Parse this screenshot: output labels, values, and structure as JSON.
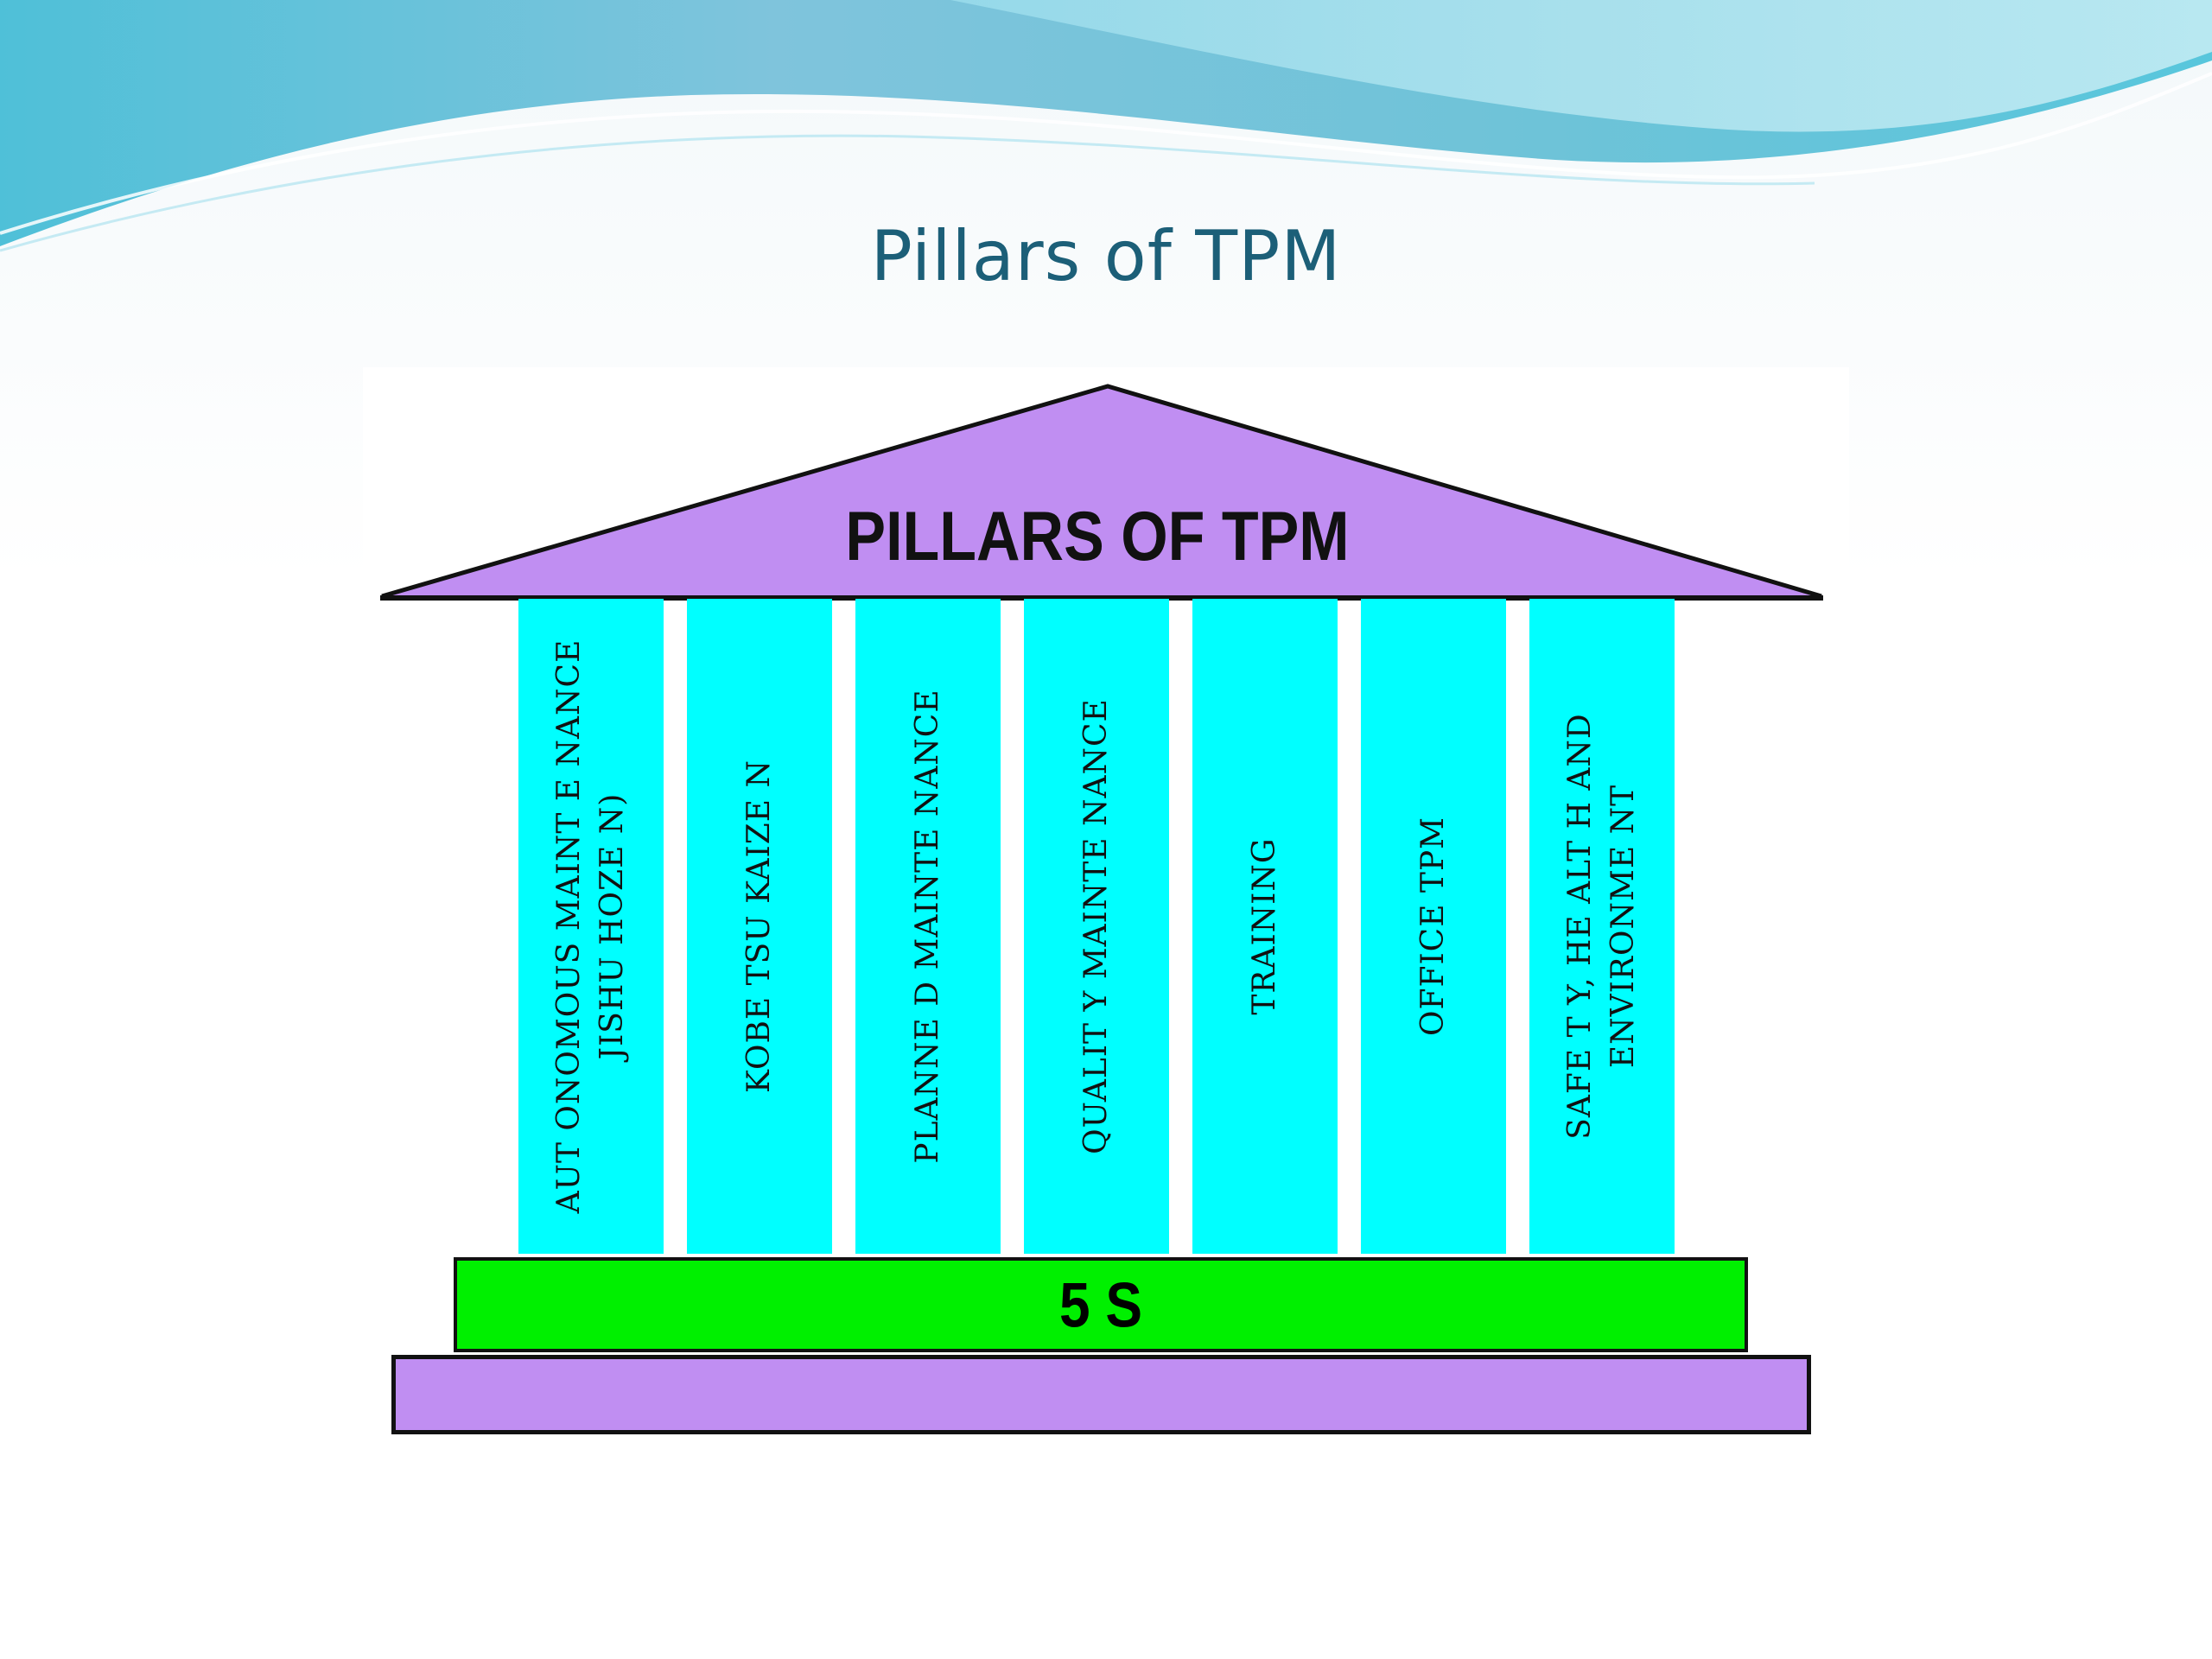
{
  "slide": {
    "title": "Pillars of TPM"
  },
  "diagram": {
    "roof_label": "PILLARS OF TPM",
    "pillars": [
      {
        "label": "AUT ONOMOUS MAINT E NANCE\nJISHU HOZE N)"
      },
      {
        "label": "KOBE TSU KAIZE N"
      },
      {
        "label": "PLANNE D MAINTE NANCE"
      },
      {
        "label": "QUALIT Y MAINTE NANCE"
      },
      {
        "label": "TRAINING"
      },
      {
        "label": "OFFICE TPM"
      },
      {
        "label": "SAFE T Y, HE ALT H AND\nENVIRONME NT"
      }
    ],
    "foundation_label": "5 S"
  },
  "colors": {
    "roof_fill": "#c08ef2",
    "pillar_fill": "#00ffff",
    "foundation_fill": "#00f000",
    "base_fill": "#c08ef2",
    "title_color": "#1c5f78"
  }
}
